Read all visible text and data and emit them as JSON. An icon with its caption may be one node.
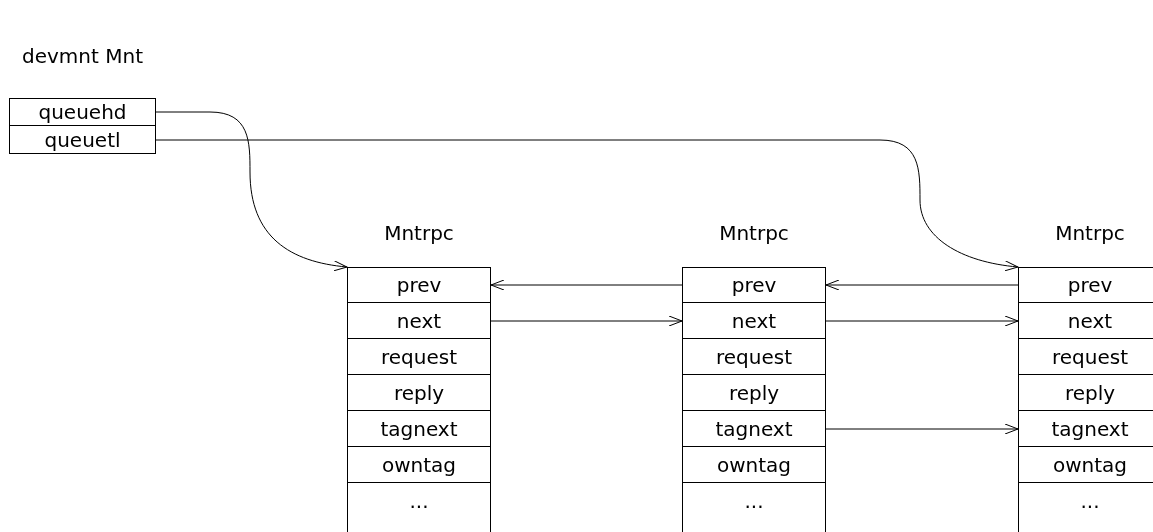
{
  "diagram": {
    "nodes": [
      {
        "text": [
          "devmnt Mnt"
        ]
      },
      {
        "text": [
          "queuehd"
        ],
        "in": 0
      },
      {
        "text": [
          "queuetl"
        ],
        "in": 0
      },
      {
        "text": [
          "Mntrpc"
        ]
      },
      {
        "text": [
          "prev"
        ],
        "in": 3
      },
      {
        "text": [
          "next"
        ],
        "in": 3
      },
      {
        "text": [
          "request"
        ],
        "in": 3
      },
      {
        "text": [
          "reply"
        ],
        "in": 3
      },
      {
        "text": [
          "tagnext"
        ],
        "in": 3
      },
      {
        "text": [
          "owntag"
        ],
        "in": 3
      },
      {
        "text": [
          "..."
        ],
        "in": 3
      },
      {
        "text": [
          "Mntrpc"
        ]
      },
      {
        "text": [
          "prev"
        ],
        "in": 11
      },
      {
        "text": [
          "next"
        ],
        "in": 11
      },
      {
        "text": [
          "request"
        ],
        "in": 11
      },
      {
        "text": [
          "reply"
        ],
        "in": 11
      },
      {
        "text": [
          "tagnext"
        ],
        "in": 11
      },
      {
        "text": [
          "owntag"
        ],
        "in": 11
      },
      {
        "text": [
          "..."
        ],
        "in": 11
      },
      {
        "text": [
          "Mntrpc"
        ]
      },
      {
        "text": [
          "prev"
        ],
        "in": 19
      },
      {
        "text": [
          "next"
        ],
        "in": 19
      },
      {
        "text": [
          "request"
        ],
        "in": 19
      },
      {
        "text": [
          "reply"
        ],
        "in": 19
      },
      {
        "text": [
          "tagnext"
        ],
        "in": 19
      },
      {
        "text": [
          "owntag"
        ],
        "in": 19
      },
      {
        "text": [
          "..."
        ],
        "in": 19
      }
    ],
    "edges": [
      {
        "from": 1,
        "to": 4,
        "arrow": "to"
      },
      {
        "from": 2,
        "to": 20,
        "arrow": "to"
      },
      {
        "from": 12,
        "to": 4,
        "arrow": "to"
      },
      {
        "from": 5,
        "to": 13,
        "arrow": "to"
      },
      {
        "from": 20,
        "to": 12,
        "arrow": "to"
      },
      {
        "from": 13,
        "to": 21,
        "arrow": "to"
      },
      {
        "from": 16,
        "to": 24,
        "arrow": "to"
      }
    ]
  }
}
